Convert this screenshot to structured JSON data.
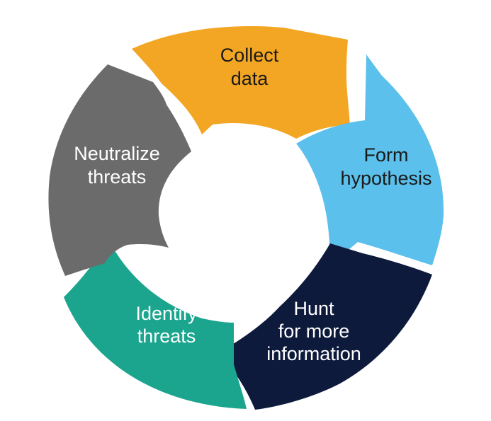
{
  "diagram": {
    "segments": [
      {
        "id": "collect-data",
        "lines": [
          "Collect",
          "data"
        ],
        "fill": "#F2A623",
        "text_color": "#1A1A1A"
      },
      {
        "id": "form-hypothesis",
        "lines": [
          "Form",
          "hypothesis"
        ],
        "fill": "#5BC0EB",
        "text_color": "#1A1A1A"
      },
      {
        "id": "hunt-for-more-information",
        "lines": [
          "Hunt",
          "for more",
          "information"
        ],
        "fill": "#0E1A3C",
        "text_color": "#FFFFFF"
      },
      {
        "id": "identify-threats",
        "lines": [
          "Identify",
          "threats"
        ],
        "fill": "#1BA58E",
        "text_color": "#FFFFFF"
      },
      {
        "id": "neutralize-threats",
        "lines": [
          "Neutralize",
          "threats"
        ],
        "fill": "#6B6B6B",
        "text_color": "#FFFFFF"
      }
    ]
  }
}
